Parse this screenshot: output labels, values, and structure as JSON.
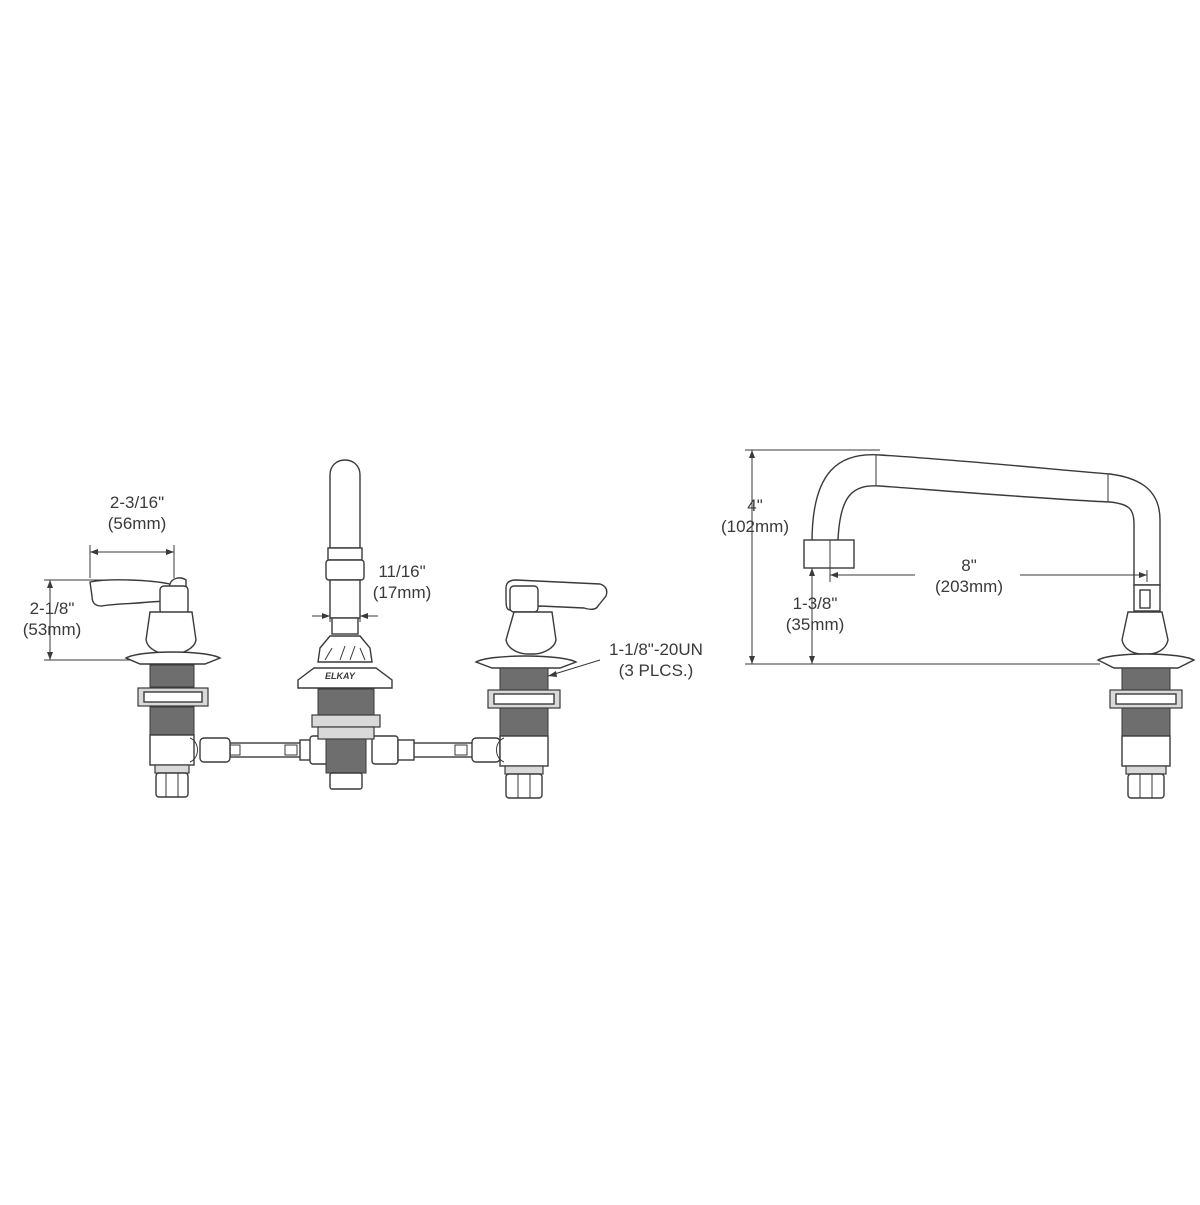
{
  "brand": {
    "logo_text": "ELKAY"
  },
  "dimensions": {
    "handle_width": {
      "imperial": "2-3/16\"",
      "metric": "(56mm)"
    },
    "handle_height": {
      "imperial": "2-1/8\"",
      "metric": "(53mm)"
    },
    "spout_diameter": {
      "imperial": "11/16\"",
      "metric": "(17mm)"
    },
    "shank_thread": {
      "imperial": "1-1/8\"-20UN",
      "metric": "(3 PLCS.)"
    },
    "spout_height": {
      "imperial": "4\"",
      "metric": "(102mm)"
    },
    "spout_reach": {
      "imperial": "8\"",
      "metric": "(203mm)"
    },
    "outlet_height": {
      "imperial": "1-3/8\"",
      "metric": "(35mm)"
    }
  }
}
